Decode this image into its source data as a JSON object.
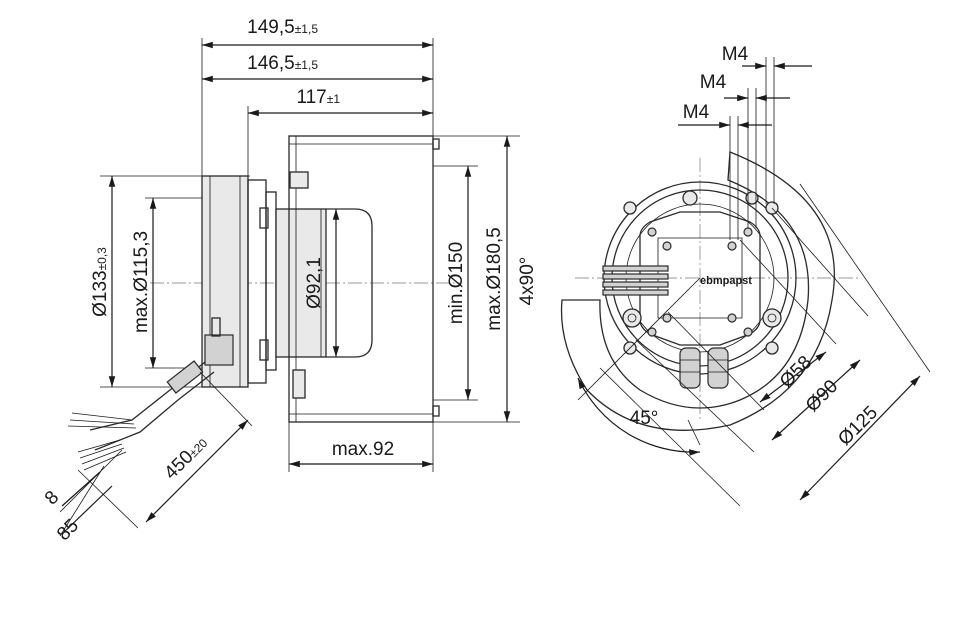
{
  "dimensions": {
    "d149_main": "149,5",
    "d149_tol": "±1,5",
    "d146_main": "146,5",
    "d146_tol": "±1,5",
    "d117_main": "117",
    "d117_tol": "±1",
    "d133_main": "Ø133",
    "d133_tol": "±0,3",
    "d115": "max.Ø115,3",
    "d92_1": "Ø92,1",
    "d150": "min.Ø150",
    "d180": "max.Ø180,5",
    "d4x90": "4x90°",
    "d92": "max.92",
    "d450_main": "450",
    "d450_tol": "±20",
    "d8": "8",
    "d85": "85",
    "m4_1": "M4",
    "m4_2": "M4",
    "m4_3": "M4",
    "d58": "Ø58",
    "d90": "Ø90",
    "d125": "Ø125",
    "d45": "45°"
  },
  "brand": "ebmpapst"
}
